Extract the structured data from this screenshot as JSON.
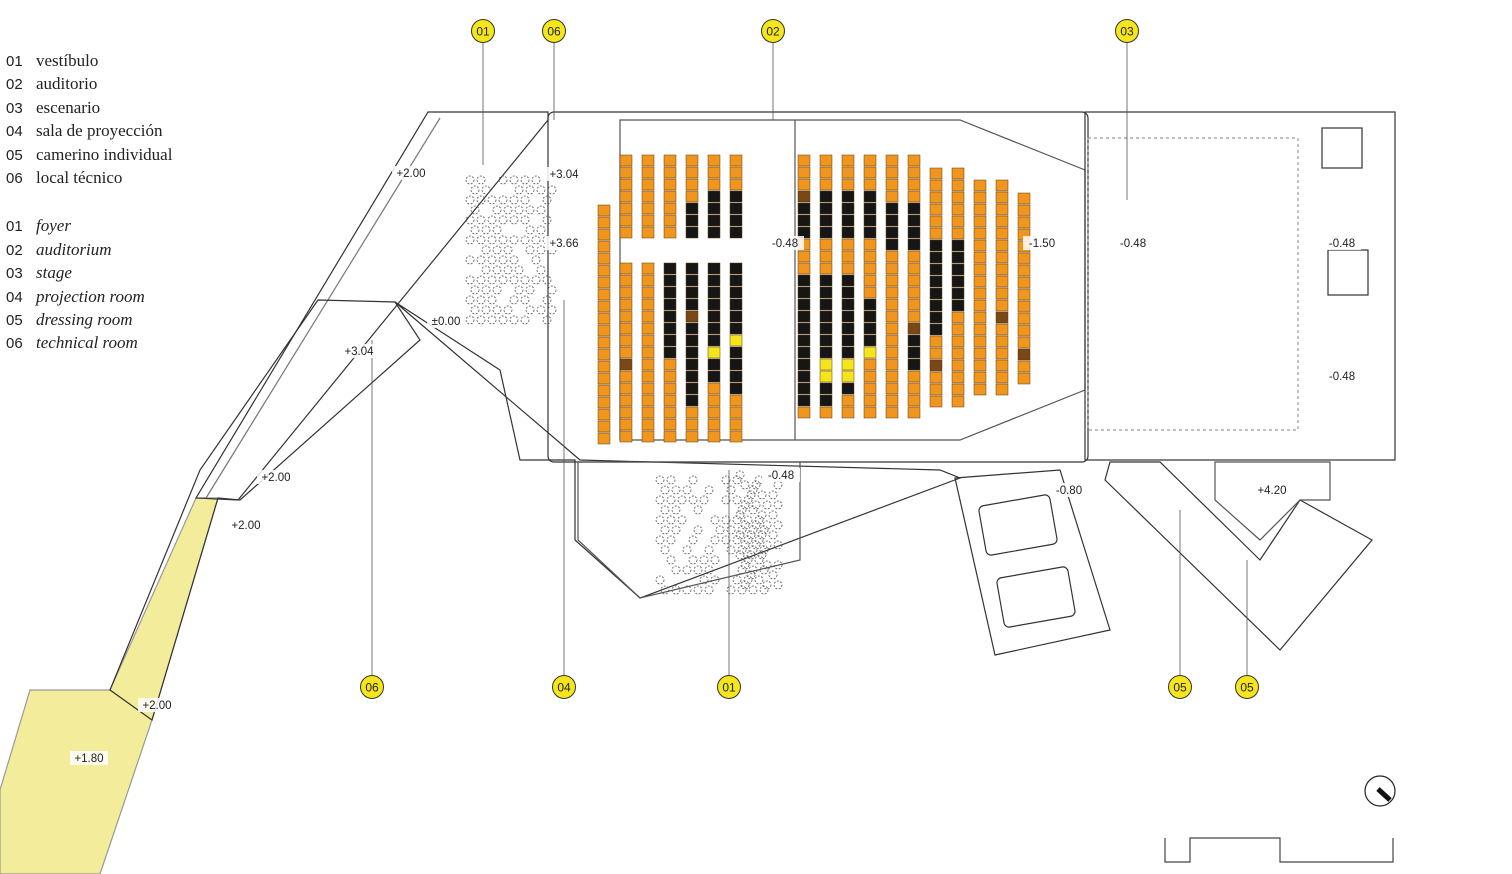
{
  "legend": {
    "spanish": [
      {
        "num": "01",
        "label": "vestíbulo"
      },
      {
        "num": "02",
        "label": "auditorio"
      },
      {
        "num": "03",
        "label": "escenario"
      },
      {
        "num": "04",
        "label": "sala de proyección"
      },
      {
        "num": "05",
        "label": "camerino individual"
      },
      {
        "num": "06",
        "label": "local técnico"
      }
    ],
    "english": [
      {
        "num": "01",
        "label": "foyer"
      },
      {
        "num": "02",
        "label": "auditorium"
      },
      {
        "num": "03",
        "label": "stage"
      },
      {
        "num": "04",
        "label": "projection room"
      },
      {
        "num": "05",
        "label": "dressing room"
      },
      {
        "num": "06",
        "label": "technical room"
      }
    ]
  },
  "room_tags": {
    "top": [
      "01",
      "06",
      "02",
      "03"
    ],
    "bottom": [
      "06",
      "04",
      "01",
      "05",
      "05"
    ]
  },
  "elevations": [
    "+2.00",
    "+3.04",
    "+3.66",
    "-0.48",
    "-1.50",
    "-0.48",
    "-0.48",
    "±0.00",
    "+3.04",
    "-0.48",
    "+2.00",
    "-0.48",
    "-0.80",
    "+4.20",
    "+2.00",
    "+2.00",
    "+1.80"
  ],
  "colors": {
    "tag_fill": "#f5e51b",
    "seat_orange": "#f0961e",
    "seat_black": "#161616",
    "seat_brown": "#7a4716",
    "seat_yellow": "#f4e41c",
    "terrace_yellow": "#f3ec9a"
  }
}
